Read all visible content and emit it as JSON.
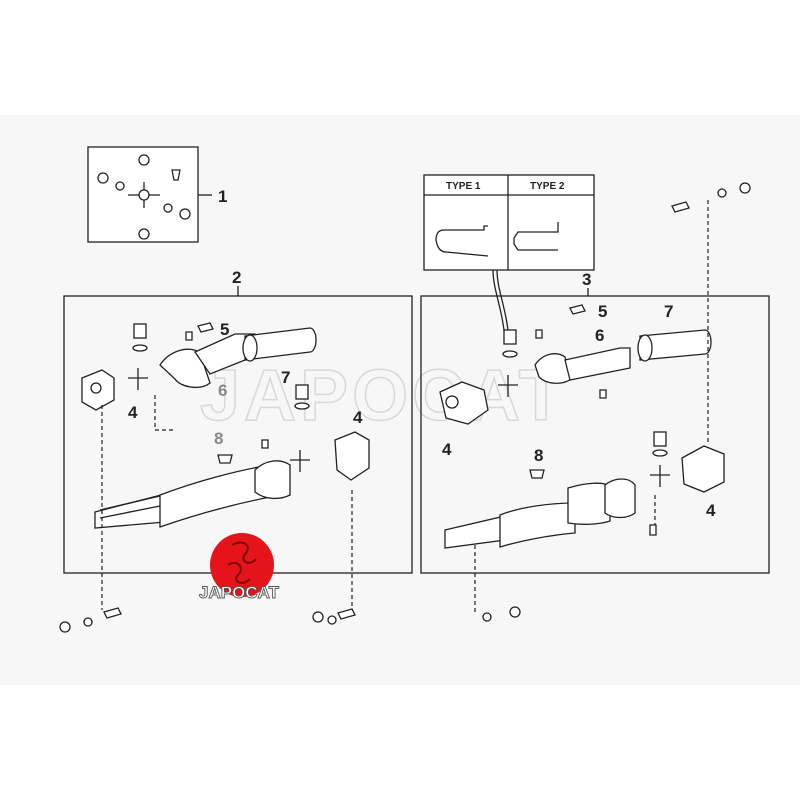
{
  "diagram": {
    "callouts": {
      "c1": "1",
      "c2": "2",
      "c3": "3",
      "c4a": "4",
      "c4b": "4",
      "c4c": "4",
      "c4d": "4",
      "c5a": "5",
      "c5b": "5",
      "c6a": "6",
      "c6b": "6",
      "c7a": "7",
      "c7b": "7",
      "c8a": "8",
      "c8b": "8"
    },
    "type_box": {
      "type1": "TYPE 1",
      "type2": "TYPE 2"
    },
    "watermark": "JAPOCAT",
    "logo_text": "JAPOCAT",
    "colors": {
      "logo_red": "#e5141b",
      "background": "#f4f4f4",
      "line": "#222222"
    }
  }
}
